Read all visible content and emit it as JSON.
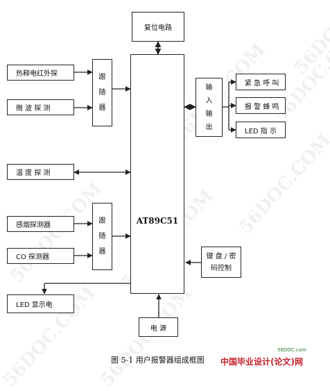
{
  "diagram": {
    "reset_circuit": "复位电路",
    "mcu": "AT89C51",
    "power": "电 源",
    "left_follower_top": [
      "跟",
      "随",
      "器"
    ],
    "left_follower_bottom": [
      "跟",
      "随",
      "器"
    ],
    "io_block": [
      "输",
      "入",
      "输",
      "出"
    ],
    "inputs": {
      "pyro": "热释电红外探",
      "microwave": "微 波 探 测",
      "temperature": "温 度 探 测",
      "smoke": "感烟探测器",
      "co": "CO 探测器"
    },
    "outputs": {
      "emergency": "紧 急 呼 叫",
      "alarm": "报 警 蜂 鸣",
      "led_indicator": "LED  指 示",
      "led_display": "LED  显示电"
    },
    "keypad": [
      "键 盘 / 密",
      "码控制"
    ]
  },
  "caption": {
    "figure_no": "图 5-1",
    "title": "用户报警器组成框图"
  },
  "watermarks": {
    "text": "56DOC.COM",
    "site_url": "56DOC.com",
    "site_name": "中国毕业设计(论文)网"
  },
  "colors": {
    "line": "#222222",
    "watermark": "#000000",
    "logo_red": "#c7202a"
  }
}
